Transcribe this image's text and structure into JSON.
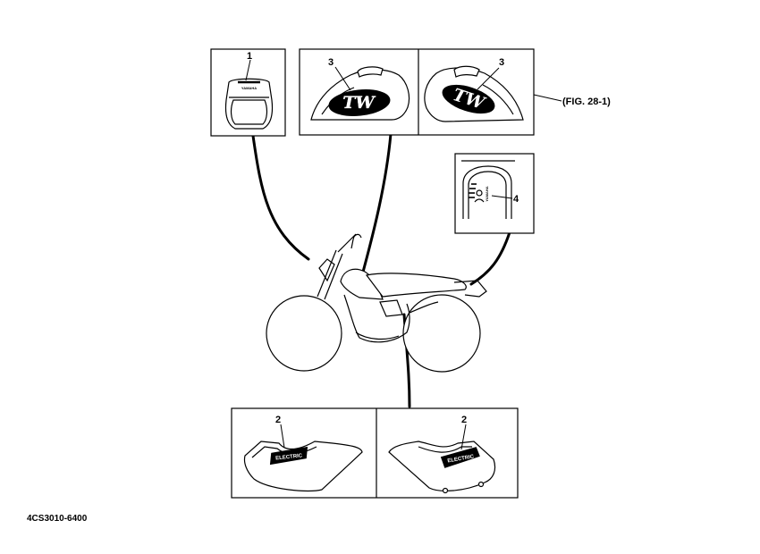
{
  "figure": {
    "figure_ref": "(FIG. 28-1)",
    "drawing_number": "4CS3010-6400"
  },
  "parts": {
    "headlight_emblem": {
      "number": "1",
      "brand_text": "YAMAHA"
    },
    "side_cover_graphic": {
      "number": "2",
      "decal_text": "ELECTRIC"
    },
    "tank_graphic": {
      "number": "3",
      "logo_text": "TW"
    },
    "rear_emblem": {
      "number": "4",
      "brand_text": "YAMAHA"
    }
  }
}
